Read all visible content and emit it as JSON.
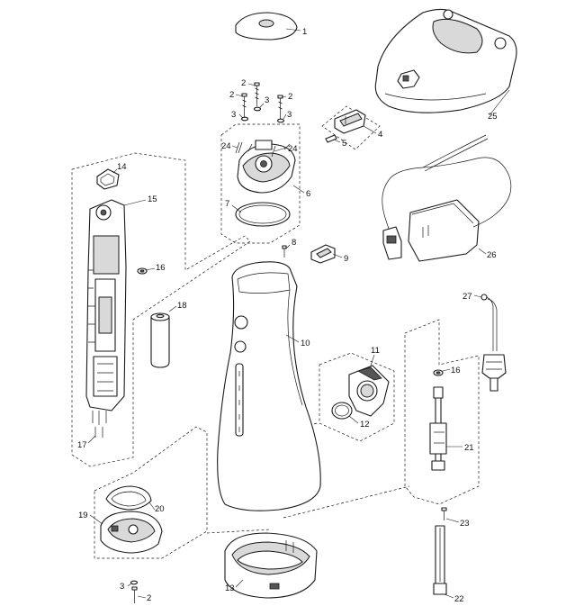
{
  "callouts": [
    {
      "id": "c1",
      "text": "1"
    },
    {
      "id": "c2a",
      "text": "2"
    },
    {
      "id": "c2b",
      "text": "2"
    },
    {
      "id": "c2c",
      "text": "2"
    },
    {
      "id": "c3a",
      "text": "3"
    },
    {
      "id": "c3b",
      "text": "3"
    },
    {
      "id": "c3c",
      "text": "3"
    },
    {
      "id": "c4",
      "text": "4"
    },
    {
      "id": "c5",
      "text": "5"
    },
    {
      "id": "c6",
      "text": "6"
    },
    {
      "id": "c7",
      "text": "7"
    },
    {
      "id": "c8",
      "text": "8"
    },
    {
      "id": "c9",
      "text": "9"
    },
    {
      "id": "c10",
      "text": "10"
    },
    {
      "id": "c11",
      "text": "11"
    },
    {
      "id": "c12",
      "text": "12"
    },
    {
      "id": "c13",
      "text": "13"
    },
    {
      "id": "c14",
      "text": "14"
    },
    {
      "id": "c15",
      "text": "15"
    },
    {
      "id": "c16a",
      "text": "16"
    },
    {
      "id": "c16b",
      "text": "16"
    },
    {
      "id": "c17",
      "text": "17"
    },
    {
      "id": "c18",
      "text": "18"
    },
    {
      "id": "c19",
      "text": "19"
    },
    {
      "id": "c20",
      "text": "20"
    },
    {
      "id": "c21",
      "text": "21"
    },
    {
      "id": "c22",
      "text": "22"
    },
    {
      "id": "c23",
      "text": "23"
    },
    {
      "id": "c24a",
      "text": "24"
    },
    {
      "id": "c24b",
      "text": "24"
    },
    {
      "id": "c25",
      "text": "25"
    },
    {
      "id": "c26",
      "text": "26"
    },
    {
      "id": "c27",
      "text": "27"
    },
    {
      "id": "c2d",
      "text": "2"
    },
    {
      "id": "c3d",
      "text": "3"
    }
  ]
}
